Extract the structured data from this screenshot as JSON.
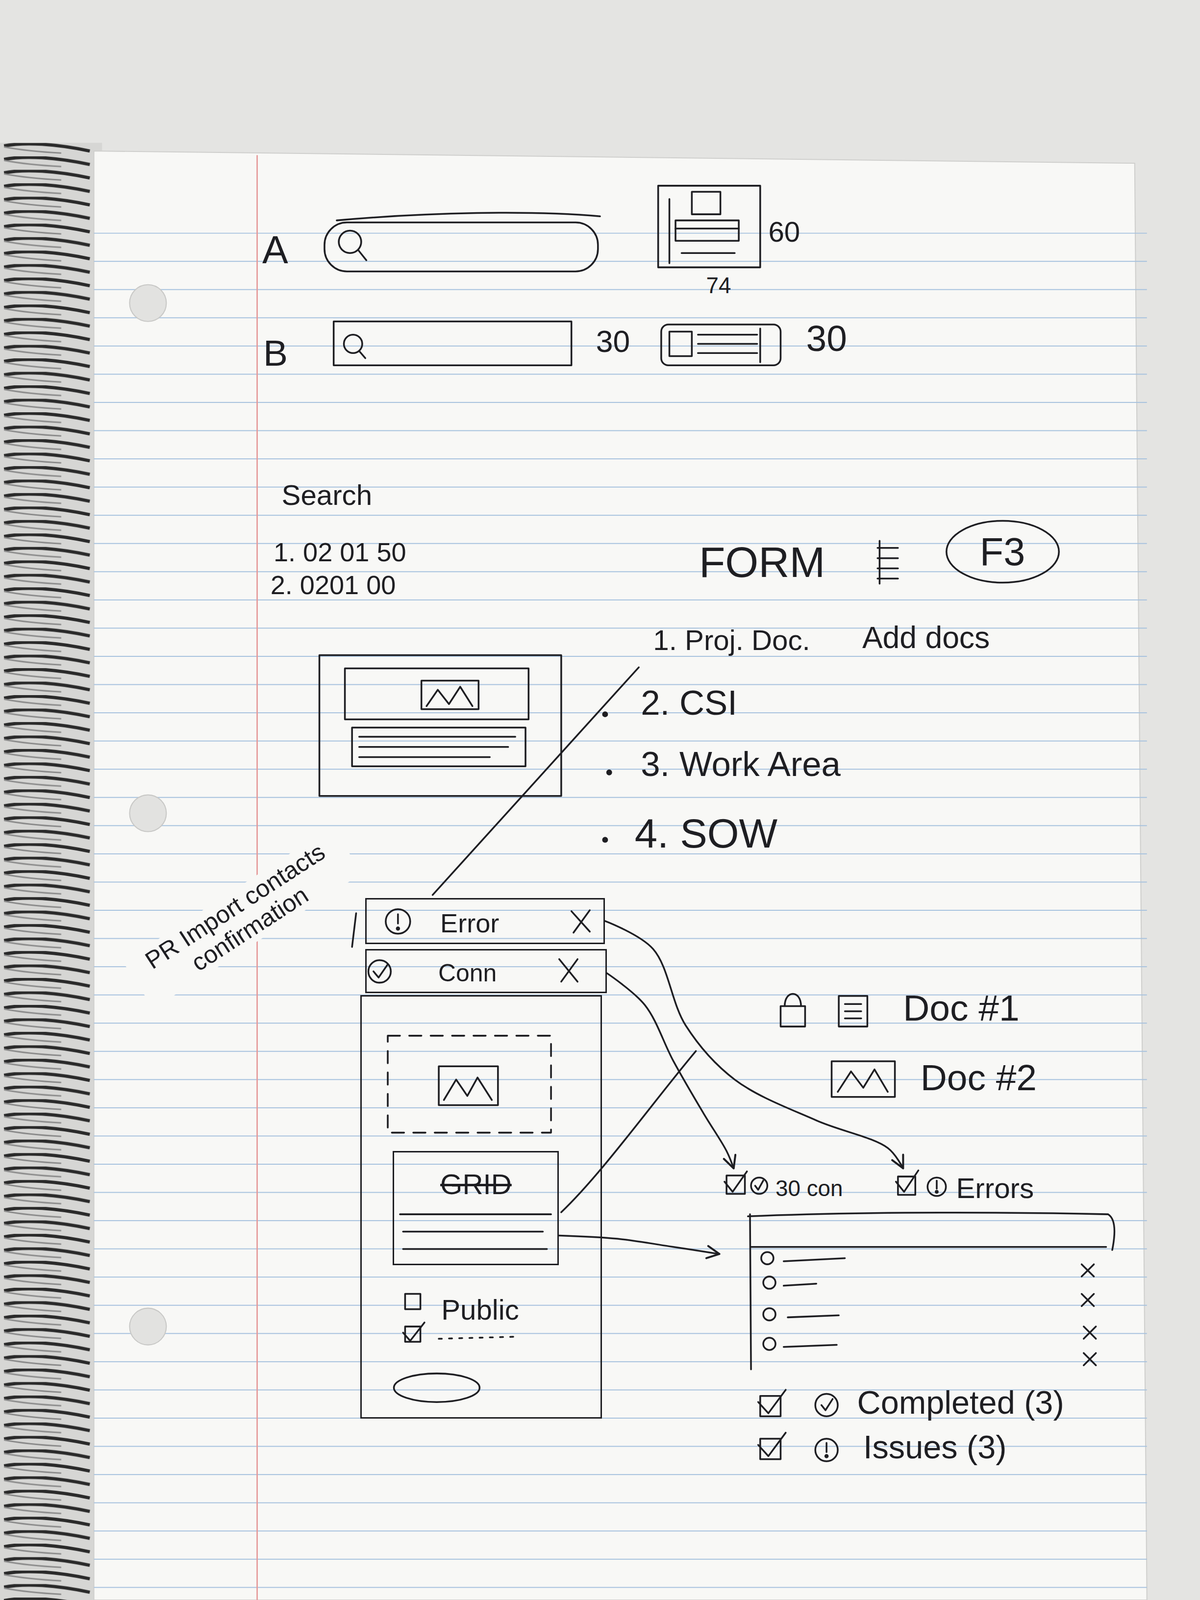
{
  "diagram": {
    "nodes": [
      {
        "text": [
          "F3"
        ]
      },
      {
        "text": [
          "Error"
        ]
      },
      {
        "text": [
          "Conn"
        ]
      },
      {
        "text": [
          "Public"
        ]
      },
      {
        "text": [
          "GRID"
        ],
        "in": 3
      },
      {
        "text": [
          "30 con",
          "Errors"
        ]
      }
    ],
    "edges": [
      {
        "from": 1,
        "to": 5,
        "arrow": "to"
      },
      {
        "from": 2,
        "to": 5,
        "arrow": "to"
      },
      {
        "from": 4,
        "to": 5,
        "arrow": "to"
      }
    ],
    "labels": [
      "A",
      "60",
      "74",
      "B",
      "30",
      "30",
      "Search",
      "1. 02 01 50",
      "2. 0201 00",
      "FORM",
      "1. Proj. Doc.",
      "Add docs",
      "2. CSI",
      "3. Work Area",
      "4. SOW",
      "PR Import contacts confirmation",
      "Doc #1",
      "Doc #2",
      "Completed (3)",
      "Issues (3)"
    ]
  }
}
